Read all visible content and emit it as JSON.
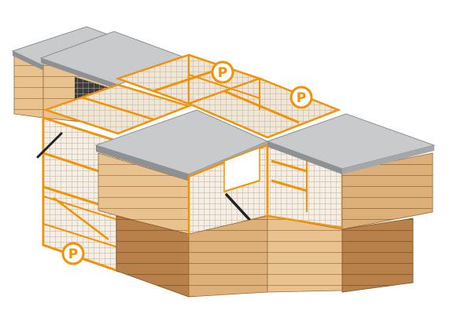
{
  "badges": [
    {
      "label": "P"
    },
    {
      "label": "P"
    },
    {
      "label": "P"
    }
  ],
  "colors": {
    "wood_light": "#E9C38F",
    "wood_mid": "#D5A46A",
    "wood_dark": "#B27A46",
    "wood_line": "#9C6A3A",
    "roof_top": "#C8CACC",
    "roof_edge": "#8E9193",
    "mesh": "#B9A78F",
    "accent_orange": "#F39200",
    "interior_dark": "#3C3C3C"
  },
  "icons": {
    "badge": "letter-p-badge-icon",
    "door_handle": "door-handle-icon"
  }
}
